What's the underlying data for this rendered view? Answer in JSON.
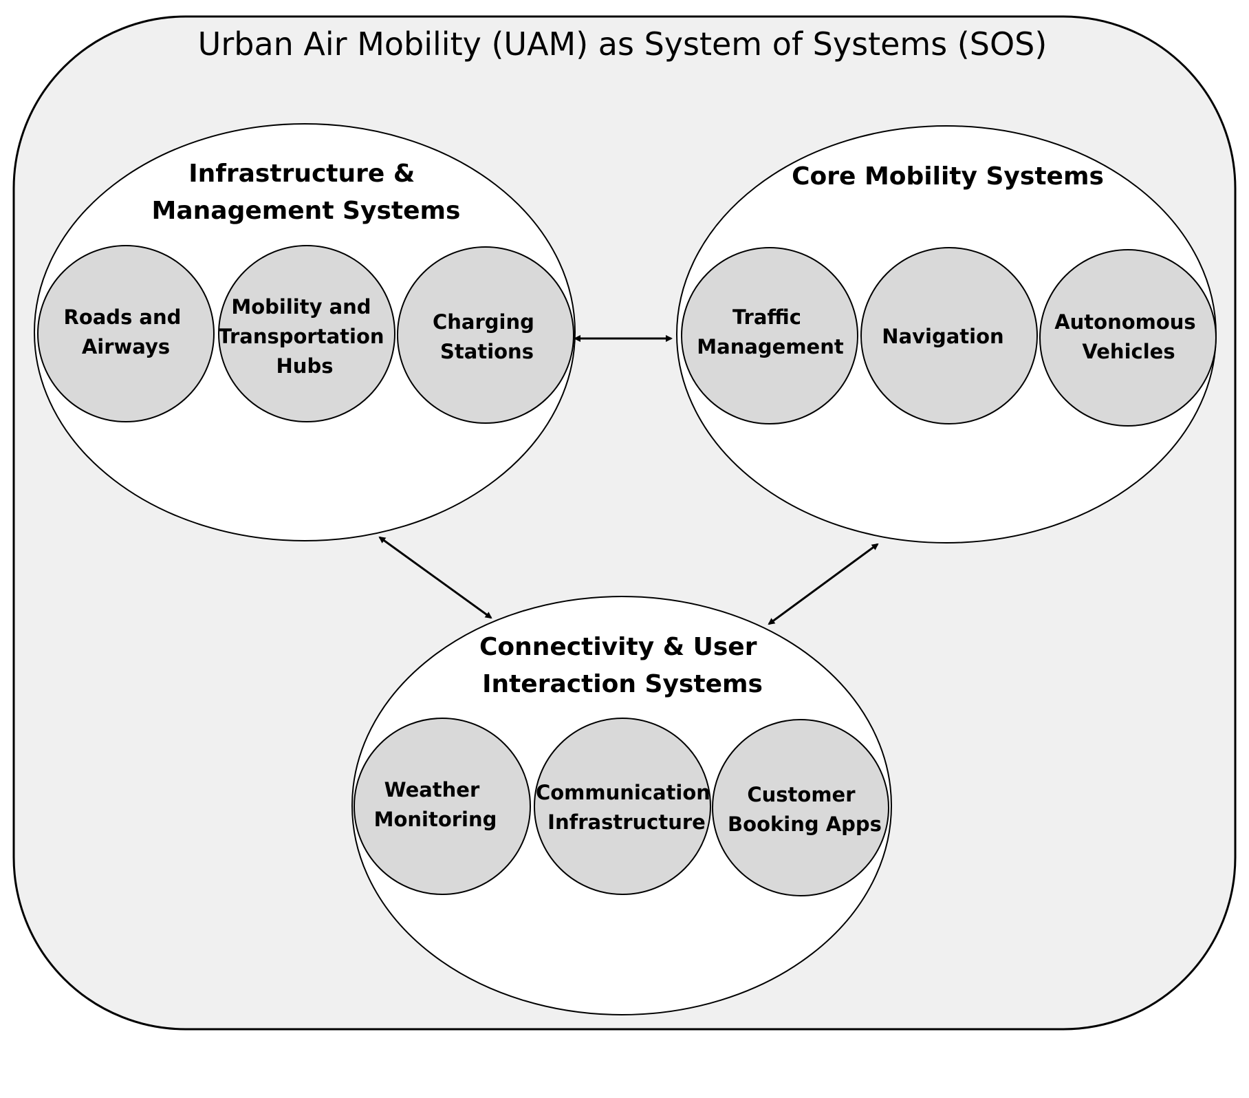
{
  "title": "Urban Air Mobility (UAM) as System of Systems (SOS)",
  "groups": [
    {
      "title_lines": [
        "Infrastructure &",
        "Management Systems"
      ],
      "items": [
        {
          "lines": [
            "Roads and",
            "Airways"
          ]
        },
        {
          "lines": [
            "Mobility and",
            "Transportation",
            "Hubs"
          ]
        },
        {
          "lines": [
            "Charging",
            "Stations"
          ]
        }
      ]
    },
    {
      "title_lines": [
        "Core Mobility Systems"
      ],
      "items": [
        {
          "lines": [
            "Traffic",
            "Management"
          ]
        },
        {
          "lines": [
            "Navigation"
          ]
        },
        {
          "lines": [
            "Autonomous",
            "Vehicles"
          ]
        }
      ]
    },
    {
      "title_lines": [
        "Connectivity & User",
        "Interaction Systems"
      ],
      "items": [
        {
          "lines": [
            "Weather",
            "Monitoring"
          ]
        },
        {
          "lines": [
            "Communication",
            "Infrastructure"
          ]
        },
        {
          "lines": [
            "Customer",
            "Booking Apps"
          ]
        }
      ]
    }
  ],
  "colors": {
    "frame_fill": "#f0f0f0",
    "group_fill": "#ffffff",
    "item_fill": "#d9d9d9",
    "stroke": "#000000"
  }
}
